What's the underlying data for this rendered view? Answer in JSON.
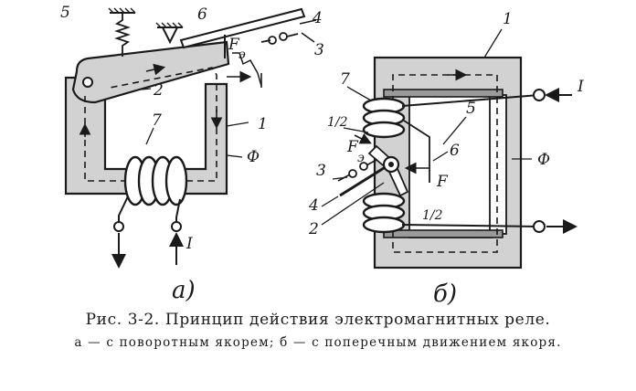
{
  "labels_a": {
    "armature": "2",
    "core": "1",
    "spring": "5",
    "stop": "6",
    "contact_arm": "4",
    "contacts": "3",
    "coil": "7",
    "force": "F",
    "force_sub": "э",
    "flux": "Ф",
    "current": "I"
  },
  "labels_b": {
    "core": "1",
    "coil_top": "7",
    "half_top": "1/2",
    "force": "F",
    "force_sub": "э",
    "spring": "5",
    "pivot": "6",
    "contacts": "3",
    "contact_arm": "4",
    "armature": "2",
    "half_bottom": "1/2",
    "flux": "Ф",
    "current": "I"
  },
  "subfig_a": "а)",
  "subfig_b": "б)",
  "caption": {
    "title": "Рис. 3-2. Принцип действия электромагнитных реле.",
    "subtitle": "а — с поворотным якорем; б — с поперечным движением якоря."
  }
}
